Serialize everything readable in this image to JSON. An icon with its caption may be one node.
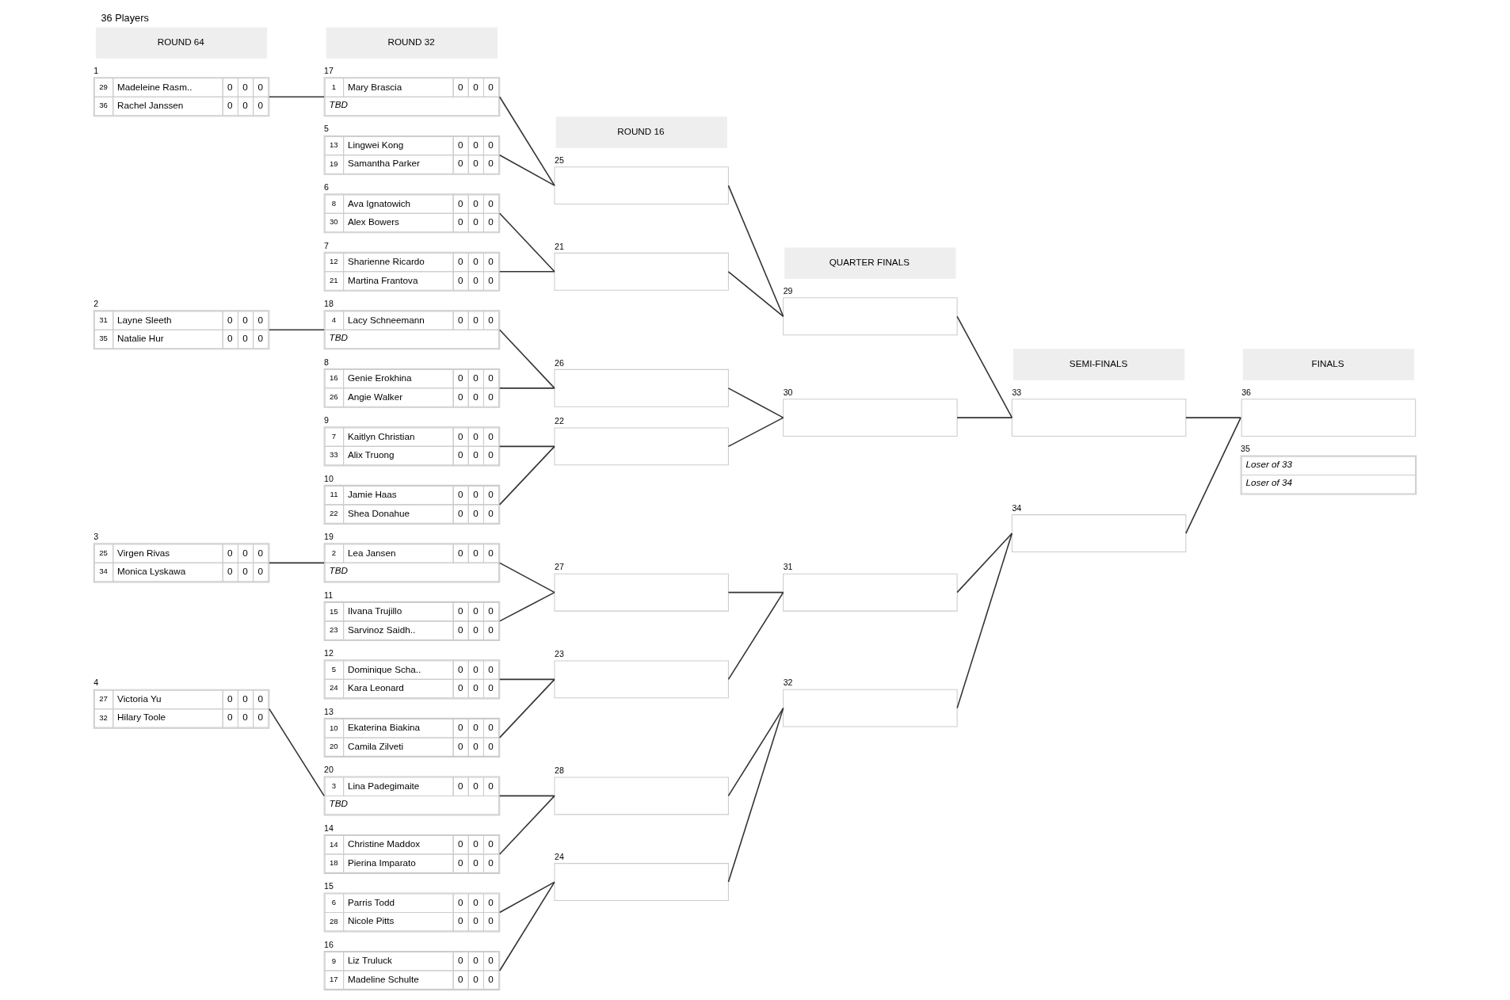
{
  "diagram": {
    "title": "36 Players",
    "nodes": [
      {
        "text": [
          "29",
          "Madeleine Rasm..",
          "0",
          "0",
          "0",
          "36",
          "Rachel Janssen",
          "0",
          "0",
          "0"
        ],
        "beside": [
          "1"
        ]
      },
      {
        "text": [
          "31",
          "Layne Sleeth",
          "0",
          "0",
          "0",
          "35",
          "Natalie Hur",
          "0",
          "0",
          "0"
        ],
        "beside": [
          "2"
        ]
      },
      {
        "text": [
          "25",
          "Virgen Rivas",
          "0",
          "0",
          "0",
          "34",
          "Monica Lyskawa",
          "0",
          "0",
          "0"
        ],
        "beside": [
          "3"
        ]
      },
      {
        "text": [
          "27",
          "Victoria Yu",
          "0",
          "0",
          "0",
          "32",
          "Hilary Toole",
          "0",
          "0",
          "0"
        ],
        "beside": [
          "4"
        ]
      },
      {
        "text": [
          "1",
          "Mary Brascia",
          "0",
          "0",
          "0",
          "TBD"
        ],
        "beside": [
          "17"
        ]
      },
      {
        "text": [
          "13",
          "Lingwei Kong",
          "0",
          "0",
          "0",
          "19",
          "Samantha Parker",
          "0",
          "0",
          "0"
        ],
        "beside": [
          "5"
        ]
      },
      {
        "text": [
          "8",
          "Ava Ignatowich",
          "0",
          "0",
          "0",
          "30",
          "Alex Bowers",
          "0",
          "0",
          "0"
        ],
        "beside": [
          "6"
        ]
      },
      {
        "text": [
          "12",
          "Sharienne Ricardo",
          "0",
          "0",
          "0",
          "21",
          "Martina Frantova",
          "0",
          "0",
          "0"
        ],
        "beside": [
          "7"
        ]
      },
      {
        "text": [
          "4",
          "Lacy Schneemann",
          "0",
          "0",
          "0",
          "TBD"
        ],
        "beside": [
          "18"
        ]
      },
      {
        "text": [
          "16",
          "Genie Erokhina",
          "0",
          "0",
          "0",
          "26",
          "Angie Walker",
          "0",
          "0",
          "0"
        ],
        "beside": [
          "8"
        ]
      },
      {
        "text": [
          "7",
          "Kaitlyn Christian",
          "0",
          "0",
          "0",
          "33",
          "Alix Truong",
          "0",
          "0",
          "0"
        ],
        "beside": [
          "9"
        ]
      },
      {
        "text": [
          "11",
          "Jamie Haas",
          "0",
          "0",
          "0",
          "22",
          "Shea Donahue",
          "0",
          "0",
          "0"
        ],
        "beside": [
          "10"
        ]
      },
      {
        "text": [
          "2",
          "Lea Jansen",
          "0",
          "0",
          "0",
          "TBD"
        ],
        "beside": [
          "19"
        ]
      },
      {
        "text": [
          "15",
          "Ilvana Trujillo",
          "0",
          "0",
          "0",
          "23",
          "Sarvinoz Saidh..",
          "0",
          "0",
          "0"
        ],
        "beside": [
          "11"
        ]
      },
      {
        "text": [
          "5",
          "Dominique Scha..",
          "0",
          "0",
          "0",
          "24",
          "Kara Leonard",
          "0",
          "0",
          "0"
        ],
        "beside": [
          "12"
        ]
      },
      {
        "text": [
          "10",
          "Ekaterina Biakina",
          "0",
          "0",
          "0",
          "20",
          "Camila Zilveti",
          "0",
          "0",
          "0"
        ],
        "beside": [
          "13"
        ]
      },
      {
        "text": [
          "3",
          "Lina Padegimaite",
          "0",
          "0",
          "0",
          "TBD"
        ],
        "beside": [
          "20"
        ]
      },
      {
        "text": [
          "14",
          "Christine Maddox",
          "0",
          "0",
          "0",
          "18",
          "Pierina Imparato",
          "0",
          "0",
          "0"
        ],
        "beside": [
          "14"
        ]
      },
      {
        "text": [
          "6",
          "Parris Todd",
          "0",
          "0",
          "0",
          "28",
          "Nicole Pitts",
          "0",
          "0",
          "0"
        ],
        "beside": [
          "15"
        ]
      },
      {
        "text": [
          "9",
          "Liz Truluck",
          "0",
          "0",
          "0",
          "17",
          "Madeline Schulte",
          "0",
          "0",
          "0"
        ],
        "beside": [
          "16"
        ]
      },
      {
        "text": [],
        "shape": "box",
        "beside": [
          "25"
        ]
      },
      {
        "text": [],
        "shape": "box",
        "beside": [
          "21"
        ]
      },
      {
        "text": [],
        "shape": "box",
        "beside": [
          "26"
        ]
      },
      {
        "text": [],
        "shape": "box",
        "beside": [
          "22"
        ]
      },
      {
        "text": [],
        "shape": "box",
        "beside": [
          "27"
        ]
      },
      {
        "text": [],
        "shape": "box",
        "beside": [
          "23"
        ]
      },
      {
        "text": [],
        "shape": "box",
        "beside": [
          "28"
        ]
      },
      {
        "text": [],
        "shape": "box",
        "beside": [
          "24"
        ]
      },
      {
        "text": [],
        "shape": "box",
        "beside": [
          "29"
        ]
      },
      {
        "text": [],
        "shape": "box",
        "beside": [
          "30"
        ]
      },
      {
        "text": [],
        "shape": "box",
        "beside": [
          "31"
        ]
      },
      {
        "text": [],
        "shape": "box",
        "beside": [
          "32"
        ]
      },
      {
        "text": [],
        "shape": "box",
        "beside": [
          "33"
        ]
      },
      {
        "text": [],
        "shape": "box",
        "beside": [
          "34"
        ]
      },
      {
        "text": [],
        "shape": "box",
        "beside": [
          "36"
        ]
      },
      {
        "text": [
          "Loser of 33",
          "Loser of 34"
        ],
        "beside": [
          "35"
        ]
      }
    ],
    "edges": [
      {
        "from": 0,
        "to": 4,
        "arrow": "none"
      },
      {
        "from": 1,
        "to": 8,
        "arrow": "none"
      },
      {
        "from": 2,
        "to": 12,
        "arrow": "none"
      },
      {
        "from": 3,
        "to": 16,
        "arrow": "none"
      },
      {
        "from": 4,
        "to": 20,
        "arrow": "none"
      },
      {
        "from": 5,
        "to": 20,
        "arrow": "none"
      },
      {
        "from": 6,
        "to": 21,
        "arrow": "none"
      },
      {
        "from": 7,
        "to": 21,
        "arrow": "none"
      },
      {
        "from": 8,
        "to": 22,
        "arrow": "none"
      },
      {
        "from": 9,
        "to": 22,
        "arrow": "none"
      },
      {
        "from": 10,
        "to": 23,
        "arrow": "none"
      },
      {
        "from": 11,
        "to": 23,
        "arrow": "none"
      },
      {
        "from": 12,
        "to": 24,
        "arrow": "none"
      },
      {
        "from": 13,
        "to": 24,
        "arrow": "none"
      },
      {
        "from": 14,
        "to": 25,
        "arrow": "none"
      },
      {
        "from": 15,
        "to": 25,
        "arrow": "none"
      },
      {
        "from": 16,
        "to": 26,
        "arrow": "none"
      },
      {
        "from": 17,
        "to": 26,
        "arrow": "none"
      },
      {
        "from": 18,
        "to": 27,
        "arrow": "none"
      },
      {
        "from": 19,
        "to": 27,
        "arrow": "none"
      },
      {
        "from": 20,
        "to": 28,
        "arrow": "none"
      },
      {
        "from": 21,
        "to": 28,
        "arrow": "none"
      },
      {
        "from": 22,
        "to": 29,
        "arrow": "none"
      },
      {
        "from": 23,
        "to": 29,
        "arrow": "none"
      },
      {
        "from": 24,
        "to": 30,
        "arrow": "none"
      },
      {
        "from": 25,
        "to": 30,
        "arrow": "none"
      },
      {
        "from": 26,
        "to": 31,
        "arrow": "none"
      },
      {
        "from": 27,
        "to": 31,
        "arrow": "none"
      },
      {
        "from": 28,
        "to": 32,
        "arrow": "none"
      },
      {
        "from": 29,
        "to": 32,
        "arrow": "none"
      },
      {
        "from": 30,
        "to": 33,
        "arrow": "none"
      },
      {
        "from": 31,
        "to": 33,
        "arrow": "none"
      },
      {
        "from": 32,
        "to": 34,
        "arrow": "none"
      },
      {
        "from": 33,
        "to": 34,
        "arrow": "none"
      }
    ],
    "labels": [
      "ROUND 64",
      "ROUND 32",
      "ROUND 16",
      "QUARTER FINALS",
      "SEMI-FINALS",
      "FINALS"
    ]
  }
}
